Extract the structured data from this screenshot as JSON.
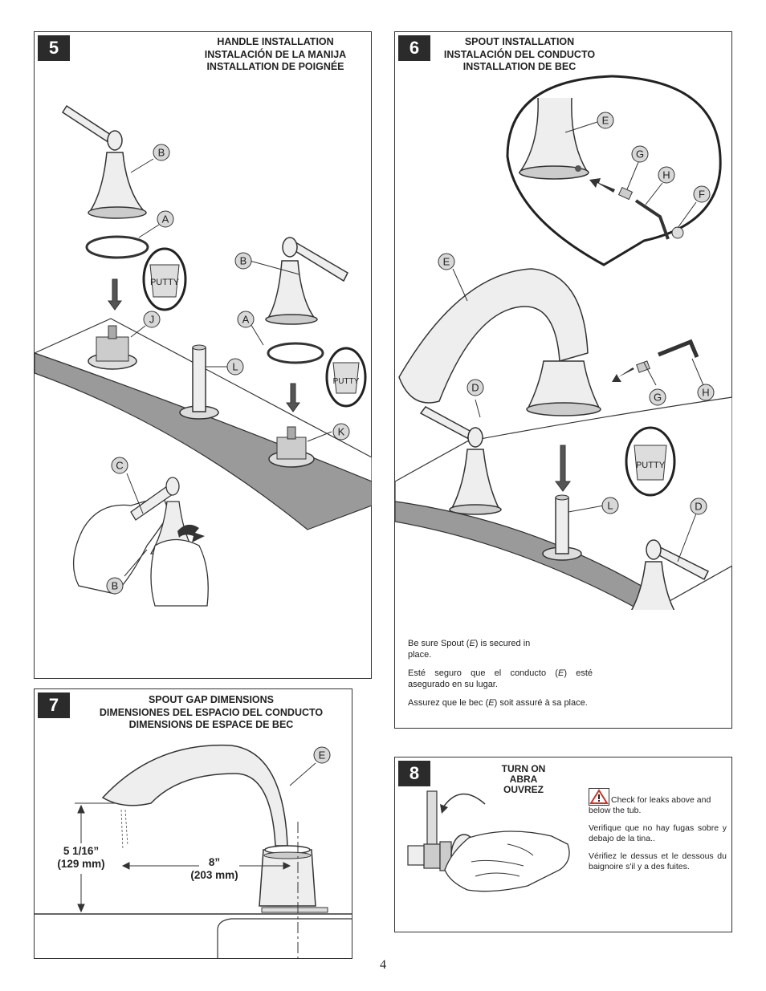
{
  "step5": {
    "number": "5",
    "title": [
      "HANDLE INSTALLATION",
      "INSTALACIÓN DE LA MANIJA",
      "INSTALLATION DE POIGNÉE"
    ],
    "callouts": {
      "b1": "B",
      "a1": "A",
      "b2": "B",
      "a2": "A",
      "j": "J",
      "l": "L",
      "k": "K",
      "c": "C",
      "b3": "B"
    },
    "putty_label": "PUTTY"
  },
  "step6": {
    "number": "6",
    "title": [
      "SPOUT INSTALLATION",
      "INSTALACIÓN DEL CONDUCTO",
      "INSTALLATION DE BEC"
    ],
    "callouts": {
      "e1": "E",
      "g1": "G",
      "h1": "H",
      "f": "F",
      "e2": "E",
      "d1": "D",
      "g2": "G",
      "h2": "H",
      "l": "L",
      "d2": "D"
    },
    "putty_label": "PUTTY",
    "note": {
      "en_pre": "Be sure Spout (",
      "en_var": "E",
      "en_post": ") is secured in place.",
      "es_pre": "Esté seguro que el conducto (",
      "es_var": "E",
      "es_post": ") esté asegurado en su lugar.",
      "fr_pre": "Assurez que le bec (",
      "fr_var": "E",
      "fr_post": ") soit assuré à sa place."
    }
  },
  "step7": {
    "number": "7",
    "title": [
      "SPOUT GAP DIMENSIONS",
      "DIMENSIONES DEL ESPACIO DEL CONDUCTO",
      "DIMENSIONS DE ESPACE DE BEC"
    ],
    "callouts": {
      "e": "E"
    },
    "height_whole": "5 1",
    "height_frac": "/16”",
    "height_mm": "(129 mm)",
    "width_in": "8”",
    "width_mm": "(203 mm)"
  },
  "step8": {
    "number": "8",
    "title": [
      "TURN ON",
      "ABRA",
      "OUVREZ"
    ],
    "note_en": "Check for leaks above and below the tub.",
    "note_es": "Verifique que no hay fugas sobre y debajo de la tina..",
    "note_fr": "Vérifiez  le dessus et le dessous du baignoire s'il y a des fuites."
  },
  "page_number": "4",
  "colors": {
    "callout_fill": "#d8d8d8",
    "number_bg": "#2b2b2b",
    "deck_side": "#9a9a9a"
  }
}
